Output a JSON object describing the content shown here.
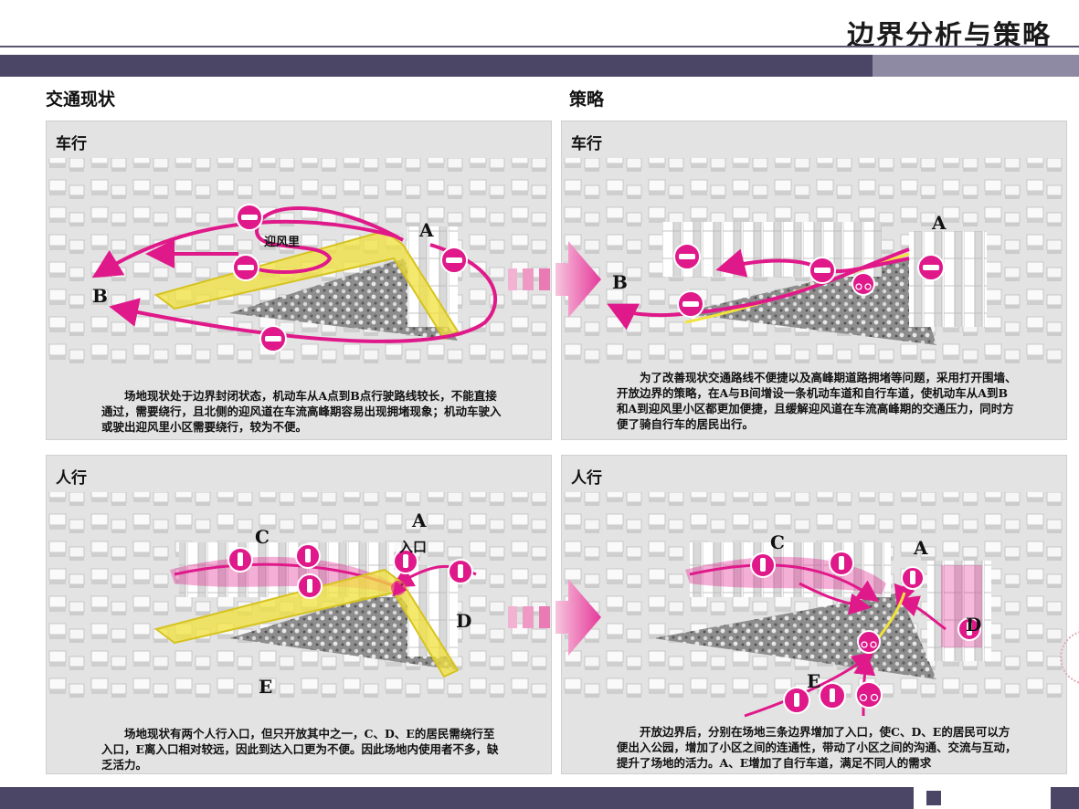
{
  "header": {
    "title": "边界分析与策略"
  },
  "columns": {
    "left": "交通现状",
    "right": "策略"
  },
  "panels": {
    "current_vehicle": {
      "label": "车行",
      "points": {
        "a": "A",
        "b": "B"
      },
      "place": "迎风里",
      "caption": "场地现状处于边界封闭状态，机动车从A点到B点行驶路线较长，不能直接通过，需要绕行，且北侧的迎风道在车流高峰期容易出现拥堵现象；机动车驶入或驶出迎风里小区需要绕行，较为不便。"
    },
    "strategy_vehicle": {
      "label": "车行",
      "points": {
        "a": "A",
        "b": "B"
      },
      "caption": "为了改善现状交通路线不便捷以及高峰期道路拥堵等问题，采用打开围墙、开放边界的策略，在A与B间增设一条机动车道和自行车道，使机动车从A到B和A到迎风里小区都更加便捷，且缓解迎风道在车流高峰期的交通压力，同时方便了骑自行车的居民出行。"
    },
    "current_pedestrian": {
      "label": "人行",
      "points": {
        "a": "A",
        "c": "C",
        "d": "D",
        "e": "E"
      },
      "entrance": "入口",
      "caption": "场地现状有两个人行入口，但只开放其中之一，C、D、E的居民需绕行至入口，E离入口相对较远，因此到达入口更为不便。因此场地内使用者不多，缺乏活力。"
    },
    "strategy_pedestrian": {
      "label": "人行",
      "points": {
        "a": "A",
        "c": "C",
        "d": "D",
        "e": "E"
      },
      "caption": "开放边界后，分别在场地三条边界增加了入口，使C、D、E的居民可以方便出入公园，增加了小区之间的连通性，带动了小区之间的沟通、交流与互动，提升了场地的活力。A、E增加了自行车道，满足不同人的需求"
    }
  },
  "colors": {
    "accent": "#e0198a",
    "highlight": "#f2e23c",
    "bar": "#4b4566",
    "bar_light": "#8f8aa3",
    "panel_bg": "#e3e3e3"
  }
}
